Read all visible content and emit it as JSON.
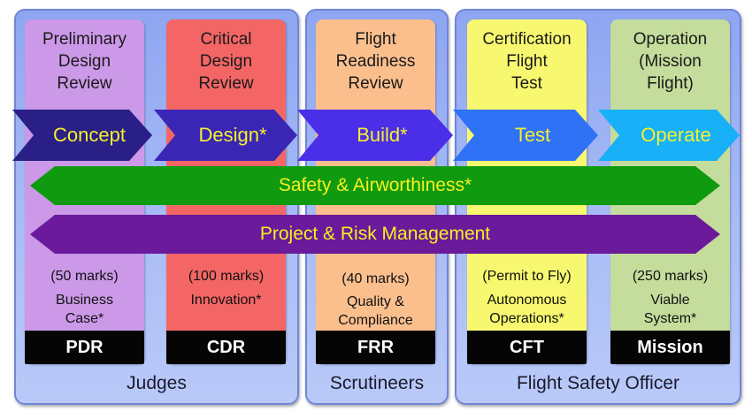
{
  "groups": [
    {
      "id": "judges",
      "label": "Judges"
    },
    {
      "id": "scrutineers",
      "label": "Scrutineers"
    },
    {
      "id": "fso",
      "label": "Flight Safety Officer"
    }
  ],
  "columns": [
    {
      "id": "pdr",
      "title": "Preliminary\nDesign\nReview",
      "marks": "(50 marks)",
      "desc": "Business\nCase*",
      "code": "PDR",
      "color": "#cc99e8"
    },
    {
      "id": "cdr",
      "title": "Critical\nDesign\nReview",
      "marks": "(100 marks)",
      "desc": "Innovation*",
      "code": "CDR",
      "color": "#f46666"
    },
    {
      "id": "frr",
      "title": "Flight\nReadiness\nReview",
      "marks": "(40 marks)",
      "desc": "Quality &\nCompliance",
      "code": "FRR",
      "color": "#fbbf8e"
    },
    {
      "id": "cft",
      "title": "Certification\nFlight\nTest",
      "marks": "(Permit to Fly)",
      "desc": "Autonomous\nOperations*",
      "code": "CFT",
      "color": "#f8f870"
    },
    {
      "id": "mission",
      "title": "Operation\n(Mission\nFlight)",
      "marks": "(250 marks)",
      "desc": "Viable\nSystem*",
      "code": "Mission",
      "color": "#c4dc9c"
    }
  ],
  "phases": [
    {
      "id": "concept",
      "label": "Concept",
      "color": "#2a1f86",
      "text_color": "#f4ef30"
    },
    {
      "id": "design",
      "label": "Design*",
      "color": "#3a26b4",
      "text_color": "#f4ef30"
    },
    {
      "id": "build",
      "label": "Build*",
      "color": "#4b2ee8",
      "text_color": "#f4ef30"
    },
    {
      "id": "test",
      "label": "Test",
      "color": "#2f72f6",
      "text_color": "#f4ef30"
    },
    {
      "id": "operate",
      "label": "Operate",
      "color": "#18b0f6",
      "text_color": "#f4ef30"
    }
  ],
  "bands": [
    {
      "id": "safety",
      "label": "Safety & Airworthiness*",
      "color": "#0f9a10"
    },
    {
      "id": "risk",
      "label": "Project & Risk Management",
      "color": "#6a1a9a"
    }
  ]
}
